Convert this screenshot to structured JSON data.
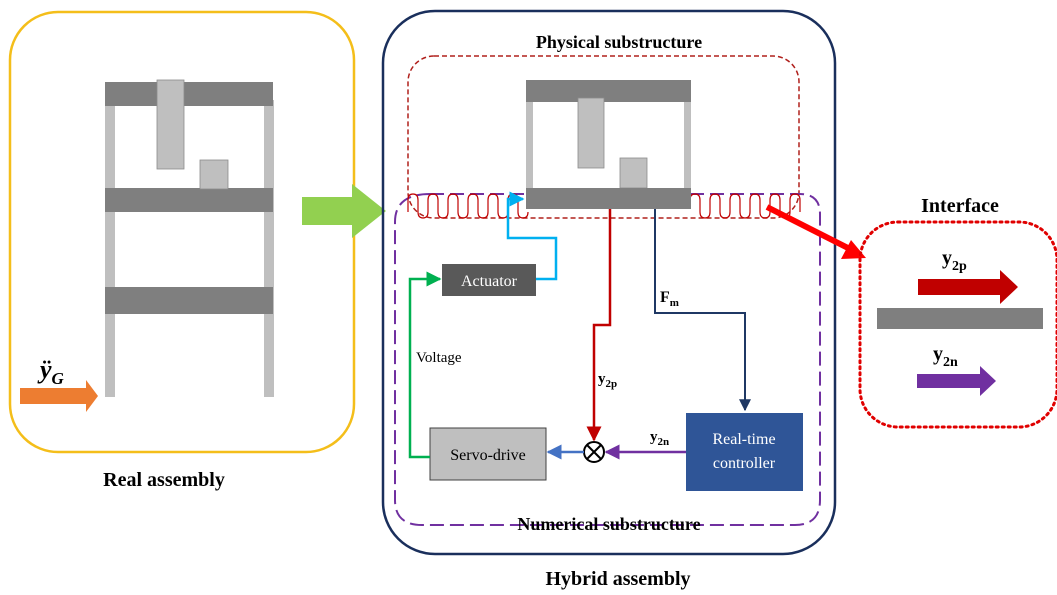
{
  "labels": {
    "physical_substructure": "Physical substructure",
    "numerical_substructure": "Numerical substructure",
    "real_assembly": "Real assembly",
    "hybrid_assembly": "Hybrid assembly",
    "interface": "Interface",
    "ground_accel": "ÿ",
    "ground_accel_sub": "G",
    "actuator": "Actuator",
    "servo_drive": "Servo-drive",
    "controller_line1": "Real-time",
    "controller_line2": "controller",
    "voltage": "Voltage",
    "fm": "F",
    "fm_sub": "m",
    "y2p": "y",
    "y2p_sub": "2p",
    "y2n": "y",
    "y2n_sub": "2n"
  },
  "colors": {
    "real_box": "#f4be1a",
    "hybrid_box": "#1a2f5c",
    "physical_box": "#b0201c",
    "numerical_box": "#7030a0",
    "interface_box": "#e00000",
    "structure": "#7f7f7f",
    "mass": "#bfbfbf",
    "arrow_green": "#92d050",
    "arrow_orange": "#ed7d31",
    "arrow_red": "#ff0000",
    "y2p_color": "#c00000",
    "y2n_color": "#7030a0",
    "fm_color": "#1f3864",
    "cyan": "#00b0f0",
    "voltage_green": "#00b050",
    "controller_fill": "#2f5597",
    "actuator_fill": "#595959",
    "servo_fill": "#bfbfbf",
    "blue_link": "#4472c4"
  }
}
